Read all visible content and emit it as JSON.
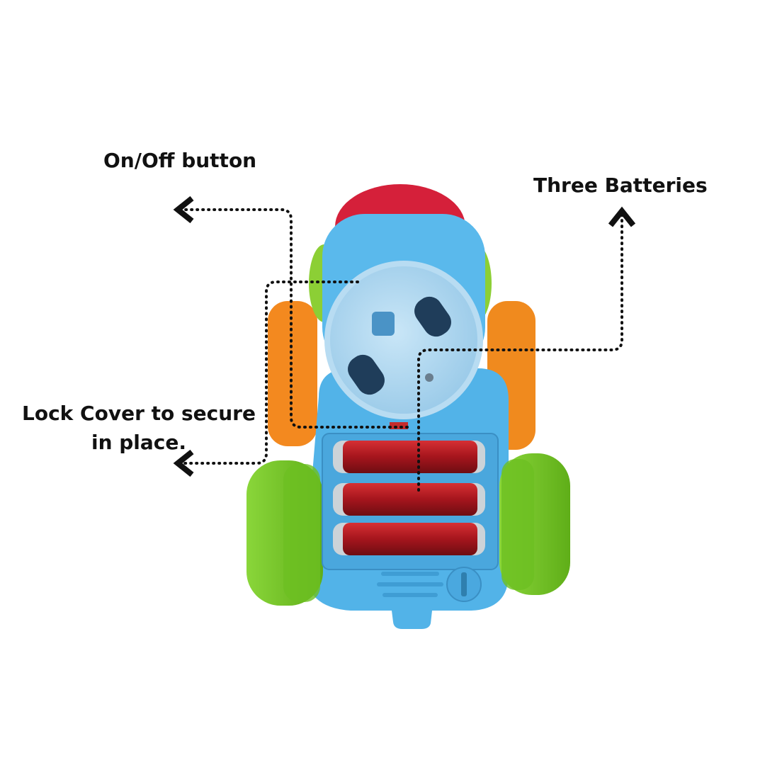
{
  "annotations": {
    "on_off": "On/Off button",
    "batteries": "Three Batteries",
    "lock_cover": "Lock Cover to secure in place."
  },
  "colors": {
    "body_blue": "#55b7ea",
    "wheel_green": "#7fce2a",
    "arm_orange": "#f3891f",
    "battery_red": "#a5151d",
    "head_red": "#d5203a",
    "dotted_line": "#111111"
  }
}
